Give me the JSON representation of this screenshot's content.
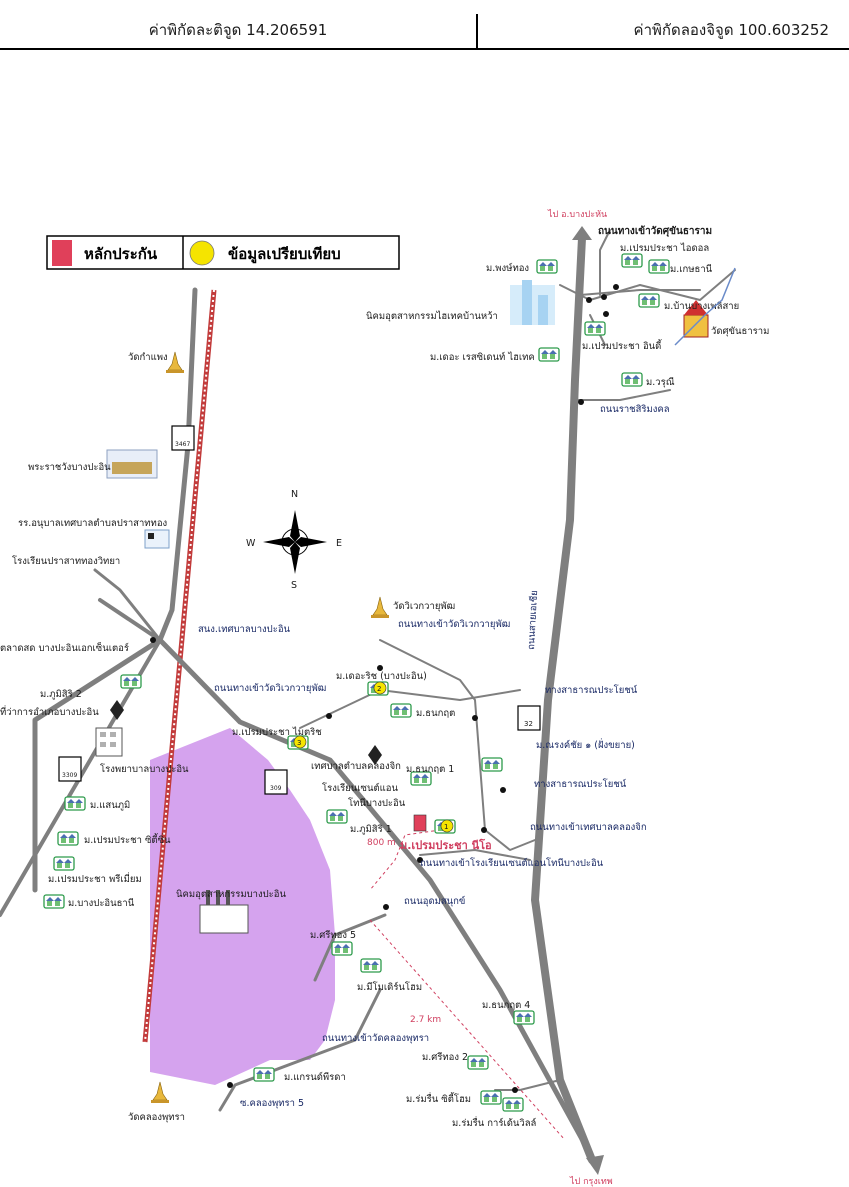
{
  "header": {
    "latitude_label": "ค่าพิกัดละติจูด 14.206591",
    "longitude_label": "ค่าพิกัดลองจิจูด 100.603252"
  },
  "legend": {
    "collateral": "หลักประกัน",
    "comparison": "ข้อมูลเปรียบเทียบ"
  },
  "colors": {
    "collateral": "#e0405a",
    "comparison": "#f5e400",
    "industrial_zone": "#d5a3ee",
    "road": "#7f7f7f",
    "railway": "#c23b3b"
  },
  "compass": {
    "n": "N",
    "s": "S",
    "e": "E",
    "w": "W"
  },
  "highways": {
    "h3467": "3467",
    "h3309": "3309",
    "h309": "309",
    "h32": "32"
  },
  "directions": {
    "to_north": "ไป อ.บางปะหัน",
    "to_south": "ไป กรุงเทพ"
  },
  "distances": {
    "d800": "800 m",
    "d27": "2.7 km"
  },
  "subject_label": "ม.เปรมประชา นีโอ",
  "comparison_markers": [
    "1",
    "2",
    "3"
  ],
  "places": {
    "wat_kamphaeng": "วัดกำแพง",
    "palace": "พระราชวังบางปะอิน",
    "kindergarten": "รร.อนุบาลเทศบาลตำบลปราสาททอง",
    "school_prasat": "โรงเรียนปราสาททองวิทยา",
    "municipal_office": "สนง.เทศบาลบางปะอิน",
    "market": "ตลาดสด บางปะอินเอกเซ็นเตอร์",
    "phumisiri2": "ม.ภูมิสิริ 2",
    "district_office": "ที่ว่าการอำเภอบางปะอิน",
    "hospital": "โรงพยาบาลบางปะอิน",
    "saenphum": "ม.แสนภูมิ",
    "prempracha_city": "ม.เปรมประชา ซิตี้ซิ่น",
    "prempracha_premium": "ม.เปรมประชา พรีเมี่ยม",
    "bangpa_in_thani": "ม.บางปะอินธานี",
    "industrial_estate": "นิคมอุตสาหกรรมบางปะอิน",
    "wat_wikrawayuphat": "วัดวิเวกวายุพัฒ",
    "road_wat_viveka": "ถนนทางเข้าวัดวิเวกวายุพัฒ",
    "road_wat_viveka2": "ถนนทางเข้าวัดวิเวกวายุพัฒ",
    "the_rich": "ม.เดอะริช (บางปะอิน)",
    "thanakrit": "ม.ธนกฤต",
    "prempracha_myrich": "ม.เปรมประชา ไมตริช",
    "municipal_klongjik": "เทศบาลตำบลคลองจิก",
    "school_st_ann": "โรงเรียนเซนต์แอน",
    "st_ann_sub": "โทนีบางปะอิน",
    "thanakrit1": "ม.ธนกฤต 1",
    "phumisiri1": "ม.ภูมิสิริ 1",
    "public_way1": "ทางสาธารณประโยชน์",
    "narongchai": "ม.ณรงค์ชัย ๑ (ฝั่งขยาย)",
    "public_way2": "ทางสาธารณประโยชน์",
    "road_klongjik": "ถนนทางเข้าเทศบาลคลองจิก",
    "road_st_ann": "ถนนทางเข้าโรงเรียนเซนต์แอนโทนีบางปะอิน",
    "road_udomsanuk": "ถนนอุดมสนุกข์",
    "asia_highway": "ถนนสายเอเชีย",
    "srithong5": "ม.ศรีทอง 5",
    "mimo_home": "ม.มีโมเดิร์นโฮม",
    "road_wat_klongphutsa": "ถนนทางเข้าวัดคลองพุทรา",
    "grand_pirada": "ม.แกรนด์พีรดา",
    "wat_klongphutsa": "วัดคลองพุทรา",
    "soi_klongphutsa": "ซ.คลองพุทรา 5",
    "thanakrit4": "ม.ธนกฤต 4",
    "srithong2": "ม.ศรีทอง 2",
    "romruen_city": "ม.ร่มรื่น ซิตี้โฮม",
    "romruen_garden": "ม.ร่มรื่น การ์เด้นวิลล์",
    "road_wat_sukhan": "ถนนทางเข้าวัดศุขันธาราม",
    "prempracha_idol": "ม.เปรมประชา ไอดอล",
    "phongthong": "ม.พงษ์ทอง",
    "kasetthani": "ม.เกษธานี",
    "bangbang": "ม.บ้านบางเพลิสาย",
    "hitech_estate": "นิคมอุตสาหกรรมไฮเทคบ้านหว้า",
    "wat_sukhan": "วัดศุขันธาราม",
    "prempracha_in": "ม.เปรมประชา อินดี้",
    "the_residence": "ม.เดอะ เรสซิเดนท์ ไฮเทค",
    "woranee": "ม.วรุณี",
    "road_rajsirimongkol": "ถนนราชสิริมงคล"
  }
}
